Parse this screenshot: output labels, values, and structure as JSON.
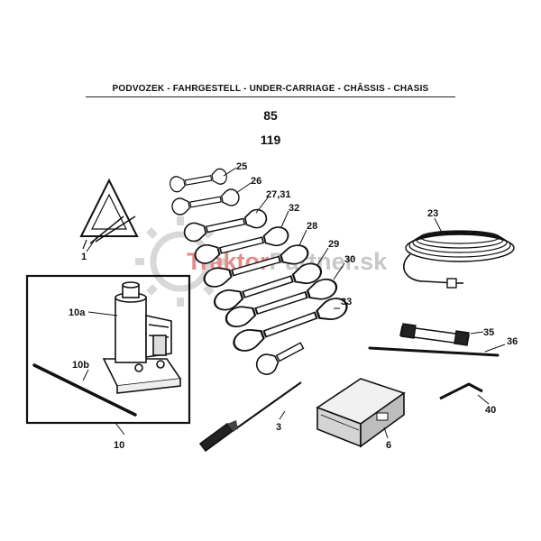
{
  "header": {
    "title": "PODVOZEK - FAHRGESTELL - UNDER-CARRIAGE - CHÂSSIS - CHASIS",
    "number_primary": "85",
    "number_secondary": "119"
  },
  "watermark": {
    "part1": "Traktor",
    "part2": "Partner",
    "suffix": ".sk",
    "color_red": "#e88a8a",
    "color_gray": "#c8c8c8"
  },
  "labels": {
    "triangle": "1",
    "screwdriver": "3",
    "case": "6",
    "jack_group": "10",
    "jack": "10a",
    "jack_bar": "10b",
    "cable": "23",
    "wrench_25": "25",
    "wrench_26": "26",
    "wrench_27_31": "27,31",
    "wrench_28": "28",
    "wrench_29": "29",
    "wrench_30": "30",
    "wrench_32": "32",
    "wrench_33": "33",
    "socket_wrench": "35",
    "rod": "36",
    "hex_key": "40"
  }
}
